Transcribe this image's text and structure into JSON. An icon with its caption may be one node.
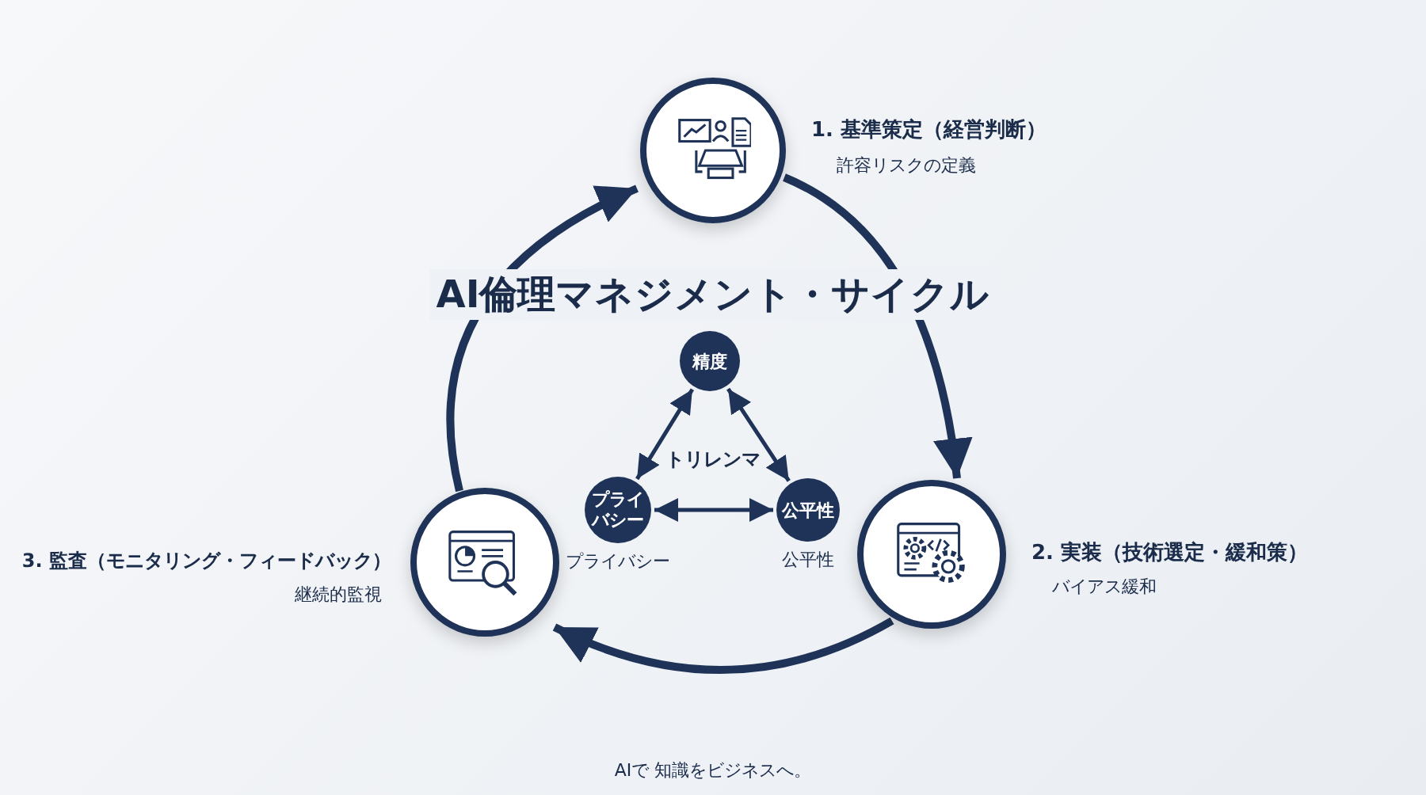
{
  "diagram": {
    "title": "AI倫理マネジメント・サイクル",
    "nodes": [
      {
        "text": [],
        "shape": "circle",
        "beside": [
          "1. 基準策定（経営判断）",
          "許容リスクの定義"
        ]
      },
      {
        "text": [],
        "shape": "circle",
        "beside": [
          "2. 実装（技術選定・緩和策）",
          "バイアス緩和"
        ]
      },
      {
        "text": [],
        "shape": "circle",
        "beside": [
          "3. 監査（モニタリング・フィードバック）",
          "継続的監視"
        ]
      },
      {
        "text": [
          "精度"
        ]
      },
      {
        "text": [
          "プライバシー"
        ],
        "beside": [
          "プライバシー"
        ]
      },
      {
        "text": [
          "公平性"
        ],
        "beside": [
          "公平性"
        ]
      }
    ],
    "edges": [
      {
        "from": 0,
        "to": 1,
        "arrow": "to",
        "style": "thick"
      },
      {
        "from": 1,
        "to": 2,
        "arrow": "to",
        "style": "thick"
      },
      {
        "from": 2,
        "to": 0,
        "arrow": "to",
        "style": "thick"
      },
      {
        "from": 3,
        "to": 4,
        "arrow": "both"
      },
      {
        "from": 3,
        "to": 5,
        "arrow": "both"
      },
      {
        "from": 4,
        "to": 5,
        "arrow": "both"
      }
    ],
    "labels": [
      "トリレンマ",
      "AIで 知識をビジネスへ。"
    ]
  }
}
